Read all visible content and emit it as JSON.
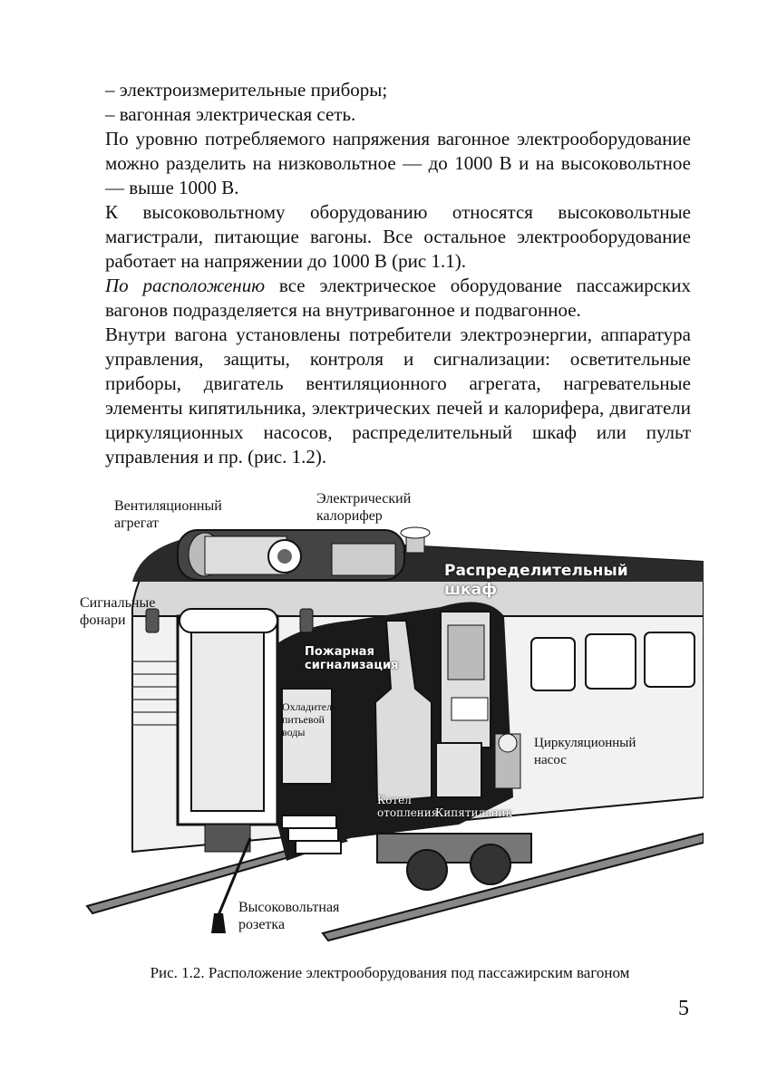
{
  "body": {
    "lines": [
      "– электроизмерительные приборы;",
      "– вагонная электрическая сеть."
    ],
    "para1": "По уровню потребляемого напряжения вагонное электрооборудование можно разделить на низковольтное — до 1000 В и на высоковольтное — выше 1000 В.",
    "para2": "К высоковольтному оборудованию относятся высоковольтные магистрали, питающие вагоны. Все остальное электрооборудование работает на напряжении до 1000 В (рис 1.1).",
    "para3_em": "По расположению",
    "para3_rest": " все электрическое оборудование пассажирских вагонов подразделяется на внутривагонное и подвагонное.",
    "para4": "Внутри вагона установлены потребители электроэнергии, аппаратура управления, защиты, контроля и сигнализации: осветительные приборы, двигатель вентиляционного агрегата, нагревательные элементы кипятильника, электрических печей и калорифера, двигатели циркуляционных насосов, распределительный шкаф или пульт управления и пр. (рис. 1.2)."
  },
  "figure": {
    "labels": {
      "ventilation_1": "Вентиляционный",
      "ventilation_2": "агрегат",
      "heater_1": "Электрический",
      "heater_2": "калорифер",
      "cabinet_1": "Распределительный",
      "cabinet_2": "шкаф",
      "signal_1": "Сигнальные",
      "signal_2": "фонари",
      "fire_1": "Пожарная",
      "fire_2": "сигнализация",
      "cooler_1": "Охладитель",
      "cooler_2": "питьевой",
      "cooler_3": "воды",
      "pump_1": "Циркуляционный",
      "pump_2": "насос",
      "boiler_1": "Котел",
      "boiler_2": "отопления",
      "kettle": "Кипятильник",
      "socket_1": "Высоковольтная",
      "socket_2": "розетка"
    }
  },
  "caption": "Рис. 1.2. Расположение электрооборудования под пассажирским вагоном",
  "page_number": "5"
}
